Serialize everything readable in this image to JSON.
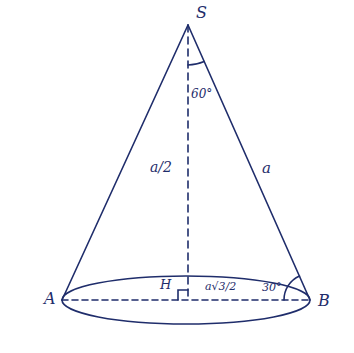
{
  "diagram": {
    "labels": [
      "S",
      "60°",
      "a/2",
      "a",
      "A",
      "H",
      "a√3/2",
      "30°",
      "B"
    ]
  }
}
